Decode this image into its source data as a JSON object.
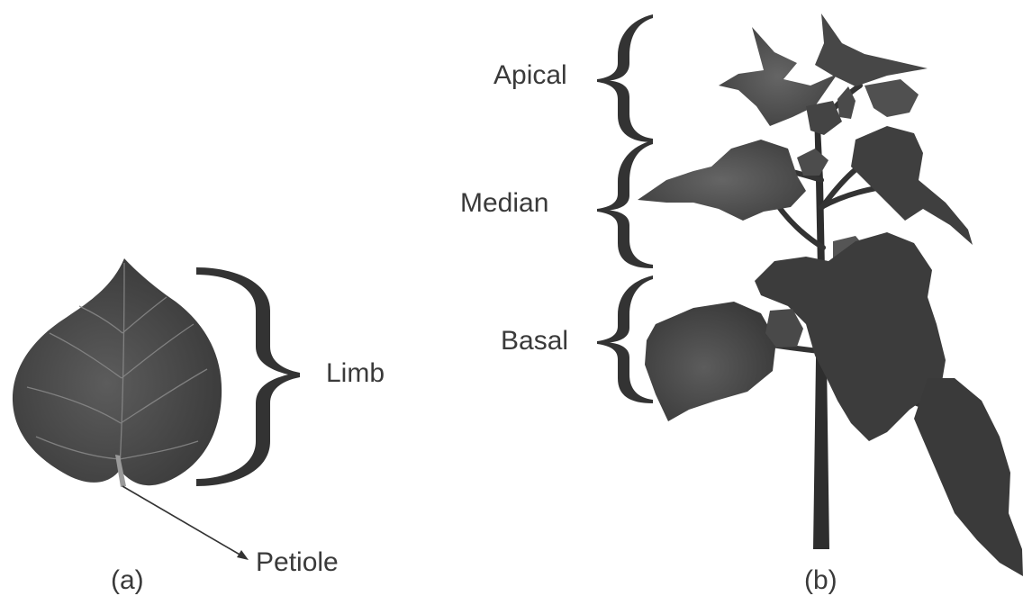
{
  "panel_a": {
    "caption": "(a)",
    "labels": {
      "limb": "Limb",
      "petiole": "Petiole"
    }
  },
  "panel_b": {
    "caption": "(b)",
    "labels": {
      "apical": "Apical",
      "median": "Median",
      "basal": "Basal"
    }
  },
  "colors": {
    "leaf_dark": "#3f3f3f",
    "leaf_mid": "#5a5a5a",
    "vein": "#8a8a8a",
    "stem": "#2e2e2e",
    "brace": "#333333",
    "text": "#3a3a3a"
  }
}
